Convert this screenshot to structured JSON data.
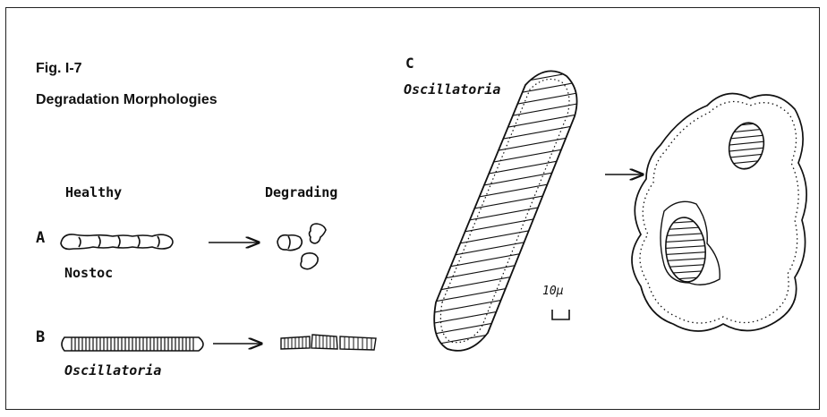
{
  "figure": {
    "number": "Fig. I-7",
    "title": "Degradation Morphologies"
  },
  "columns": {
    "healthy": "Healthy",
    "degrading": "Degrading"
  },
  "panels": [
    {
      "letter": "A",
      "organism": "Nostoc"
    },
    {
      "letter": "B",
      "organism": "Oscillatoria"
    },
    {
      "letter": "C",
      "organism": "Oscillatoria"
    }
  ],
  "scale_bar": {
    "label": "10μ"
  }
}
